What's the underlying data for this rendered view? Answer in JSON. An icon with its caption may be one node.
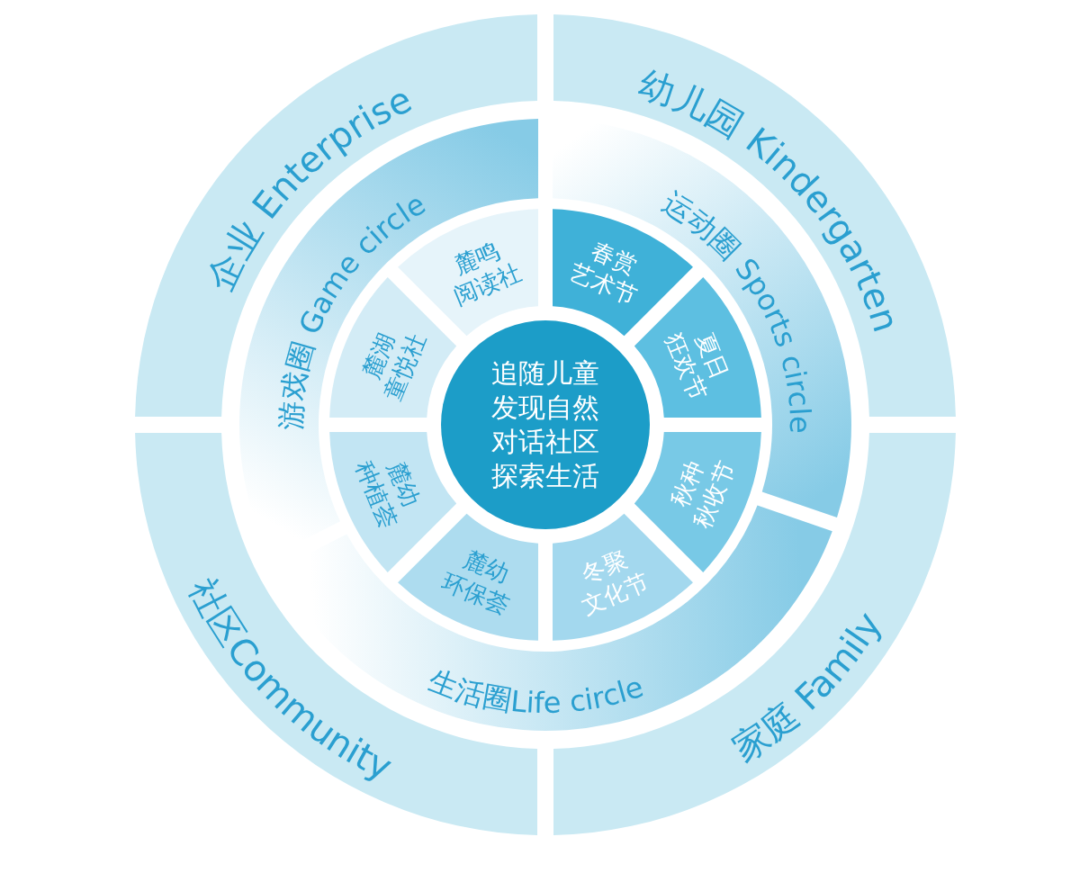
{
  "diagram": {
    "nodes": [
      {
        "text": [
          "企业 Enterprise"
        ]
      },
      {
        "text": [
          "幼儿园 Kindergarten"
        ]
      },
      {
        "text": [
          "社区Community"
        ]
      },
      {
        "text": [
          "家庭 Family"
        ]
      },
      {
        "text": [
          "游戏圈 Game circle"
        ]
      },
      {
        "text": [
          "运动圈 Sports circle"
        ]
      },
      {
        "text": [
          "生活圈Life circle"
        ]
      },
      {
        "text": [
          "麓鸣阅读社"
        ]
      },
      {
        "text": [
          "春赏艺术节"
        ]
      },
      {
        "text": [
          "麓湖童悦社"
        ]
      },
      {
        "text": [
          "夏日狂欢节"
        ]
      },
      {
        "text": [
          "追随儿童发现自然对话社区探索生活"
        ]
      },
      {
        "text": [
          "麓幼种植荟"
        ]
      },
      {
        "text": [
          "秋种秋收节"
        ]
      },
      {
        "text": [
          "麓幼环保荟"
        ]
      },
      {
        "text": [
          "冬聚文化节"
        ]
      }
    ]
  }
}
